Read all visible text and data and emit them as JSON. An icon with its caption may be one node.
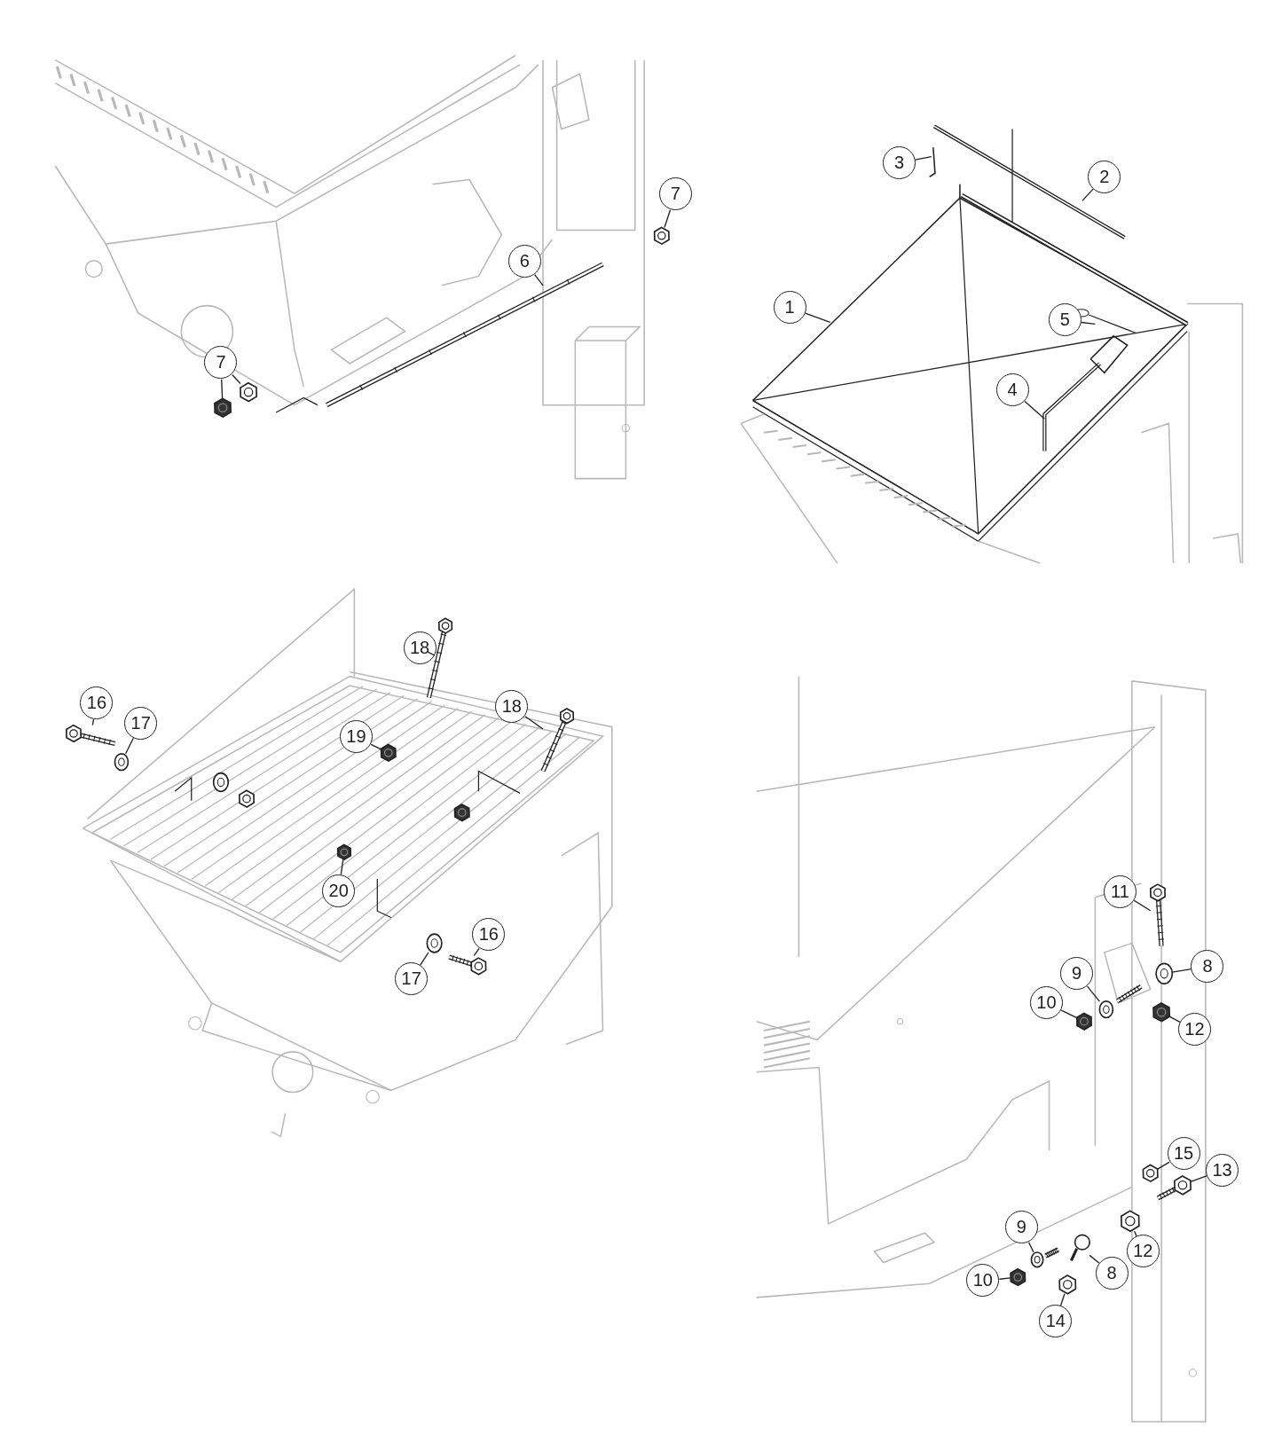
{
  "diagram": {
    "nodes": [
      {
        "text": [
          "7"
        ]
      },
      {
        "text": [
          "6"
        ]
      },
      {
        "text": [
          "7"
        ]
      },
      {
        "text": [
          "3"
        ]
      },
      {
        "text": [
          "2"
        ]
      },
      {
        "text": [
          "1"
        ]
      },
      {
        "text": [
          "5"
        ]
      },
      {
        "text": [
          "4"
        ]
      },
      {
        "text": [
          "18"
        ]
      },
      {
        "text": [
          "18"
        ]
      },
      {
        "text": [
          "16"
        ]
      },
      {
        "text": [
          "17"
        ]
      },
      {
        "text": [
          "19"
        ]
      },
      {
        "text": [
          "20"
        ]
      },
      {
        "text": [
          "17"
        ]
      },
      {
        "text": [
          "16"
        ]
      },
      {
        "text": [
          "11"
        ]
      },
      {
        "text": [
          "8"
        ]
      },
      {
        "text": [
          "9"
        ]
      },
      {
        "text": [
          "10"
        ]
      },
      {
        "text": [
          "12"
        ]
      },
      {
        "text": [
          "15"
        ]
      },
      {
        "text": [
          "13"
        ]
      },
      {
        "text": [
          "9"
        ]
      },
      {
        "text": [
          "8"
        ]
      },
      {
        "text": [
          "12"
        ]
      },
      {
        "text": [
          "10"
        ]
      },
      {
        "text": [
          "14"
        ]
      },
      {
        "text": [],
        "shape": "picture"
      },
      {
        "text": [],
        "shape": "picture"
      },
      {
        "text": [],
        "shape": "picture"
      },
      {
        "text": [],
        "shape": "picture"
      },
      {
        "text": [],
        "shape": "picture"
      },
      {
        "text": [],
        "shape": "picture"
      },
      {
        "text": [],
        "shape": "picture"
      },
      {
        "text": [],
        "shape": "picture"
      },
      {
        "text": [],
        "shape": "picture"
      },
      {
        "text": [],
        "shape": "picture"
      },
      {
        "text": [],
        "shape": "picture"
      },
      {
        "text": [],
        "shape": "picture"
      },
      {
        "text": [],
        "shape": "picture"
      },
      {
        "text": [],
        "shape": "picture"
      },
      {
        "text": [],
        "shape": "picture"
      },
      {
        "text": [],
        "shape": "picture"
      },
      {
        "text": [],
        "shape": "picture"
      },
      {
        "text": [],
        "shape": "picture"
      },
      {
        "text": [],
        "shape": "picture"
      },
      {
        "text": [],
        "shape": "picture"
      },
      {
        "text": [],
        "shape": "picture"
      },
      {
        "text": [],
        "shape": "picture"
      },
      {
        "text": [],
        "shape": "picture"
      }
    ],
    "edges": [
      {
        "from": 0,
        "to": 28,
        "arrow": "none"
      },
      {
        "from": 1,
        "to": null,
        "arrow": "none"
      },
      {
        "from": 2,
        "to": 29,
        "arrow": "none"
      },
      {
        "from": 2,
        "to": 30,
        "arrow": "none"
      },
      {
        "from": 3,
        "to": null,
        "arrow": "none"
      },
      {
        "from": 4,
        "to": null,
        "arrow": "none"
      },
      {
        "from": 5,
        "to": null,
        "arrow": "none"
      },
      {
        "from": 6,
        "to": null,
        "arrow": "none"
      },
      {
        "from": 7,
        "to": null,
        "arrow": "none"
      },
      {
        "from": 8,
        "to": 31,
        "arrow": "none"
      },
      {
        "from": 9,
        "to": 32,
        "arrow": "none"
      },
      {
        "from": 10,
        "to": 33,
        "arrow": "none"
      },
      {
        "from": 11,
        "to": 34,
        "arrow": "none"
      },
      {
        "from": 12,
        "to": 35,
        "arrow": "none"
      },
      {
        "from": 13,
        "to": 36,
        "arrow": "none"
      },
      {
        "from": 14,
        "to": 37,
        "arrow": "none"
      },
      {
        "from": 15,
        "to": 38,
        "arrow": "none"
      },
      {
        "from": 16,
        "to": 39,
        "arrow": "none"
      },
      {
        "from": 17,
        "to": 40,
        "arrow": "none"
      },
      {
        "from": 18,
        "to": 41,
        "arrow": "none"
      },
      {
        "from": 19,
        "to": 42,
        "arrow": "none"
      },
      {
        "from": 20,
        "to": 43,
        "arrow": "none"
      },
      {
        "from": 21,
        "to": 44,
        "arrow": "none"
      },
      {
        "from": 22,
        "to": 45,
        "arrow": "none"
      },
      {
        "from": 23,
        "to": 46,
        "arrow": "none"
      },
      {
        "from": 24,
        "to": 47,
        "arrow": "none"
      },
      {
        "from": 25,
        "to": 48,
        "arrow": "none"
      },
      {
        "from": 26,
        "to": 49,
        "arrow": "none"
      },
      {
        "from": 27,
        "to": 50,
        "arrow": "none"
      }
    ]
  }
}
